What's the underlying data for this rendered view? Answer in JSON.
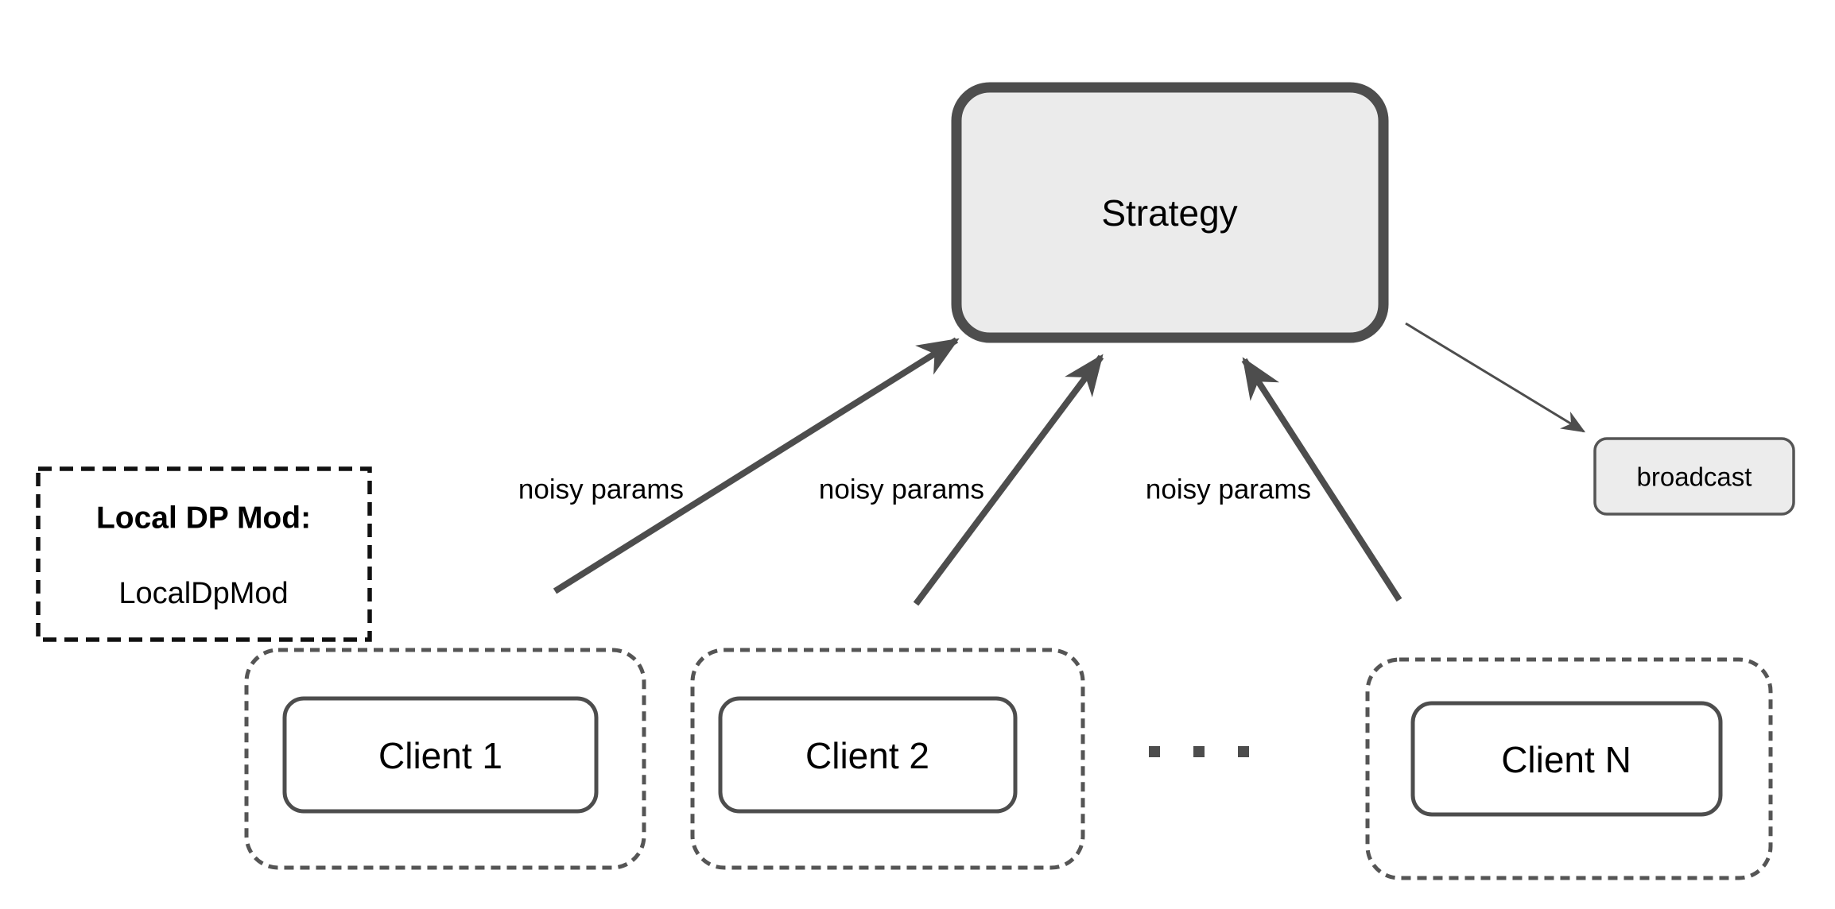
{
  "diagram": {
    "strategy": {
      "label": "Strategy"
    },
    "broadcast": {
      "label": "broadcast"
    },
    "local_dp_note": {
      "title": "Local DP Mod:",
      "value": "LocalDpMod"
    },
    "clients": [
      {
        "label": "Client 1"
      },
      {
        "label": "Client 2"
      },
      {
        "label": "Client N"
      }
    ],
    "ellipsis_dot_count": 3,
    "edges": [
      {
        "from": "Client 1",
        "to": "Strategy",
        "label": "noisy params"
      },
      {
        "from": "Client 2",
        "to": "Strategy",
        "label": "noisy params"
      },
      {
        "from": "Client N",
        "to": "Strategy",
        "label": "noisy params"
      },
      {
        "from": "Strategy",
        "to": "broadcast",
        "label": ""
      }
    ],
    "colors": {
      "node_border": "#4d4d4d",
      "strategy_fill": "#ebebeb",
      "broadcast_fill": "#ececec",
      "client_fill": "#ffffff",
      "dashed_outline": "#555555",
      "note_dash": "#111111",
      "arrow": "#4d4d4d",
      "text": "#000000",
      "background": "#ffffff"
    }
  }
}
